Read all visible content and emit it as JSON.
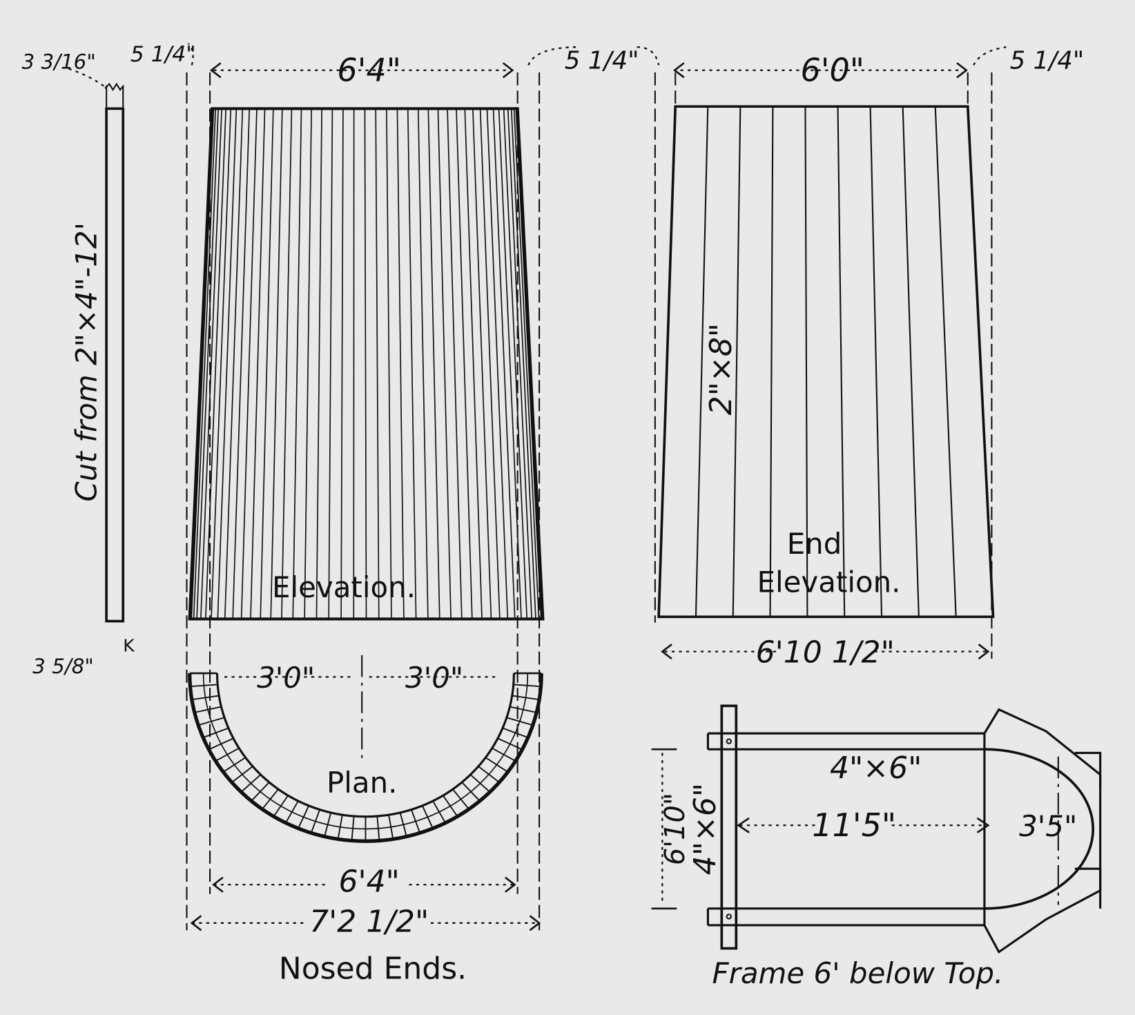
{
  "title": "Nosed Ends and Frame",
  "board": {
    "label": "Cut from 2\"×4\"-12'",
    "top_dim": "3 3/16\"",
    "bottom_dim": "3 5/8\"",
    "bottom_mark": "K"
  },
  "elevation": {
    "label": "Elevation.",
    "left_offset": "5 1/4\"",
    "width": "6'4\"",
    "right_offset": "5 1/4\""
  },
  "end_elevation": {
    "label_line1": "End",
    "label_line2": "Elevation.",
    "plank": "2\"×8\"",
    "top_width": "6'0\"",
    "right_offset": "5 1/4\"",
    "bottom_width": "6'10 1/2\""
  },
  "plan": {
    "label": "Plan.",
    "left_radius": "3'0\"",
    "right_radius": "3'0\"",
    "inner_width": "6'4\"",
    "outer_width": "7'2 1/2\""
  },
  "nosed_caption": "Nosed Ends.",
  "frame": {
    "rail_label": "4\"×6\"",
    "post_label": "4\"×6\"",
    "height": "6'10\"",
    "length": "11'5\"",
    "nose": "3'5\"",
    "caption": "Frame 6' below Top."
  }
}
